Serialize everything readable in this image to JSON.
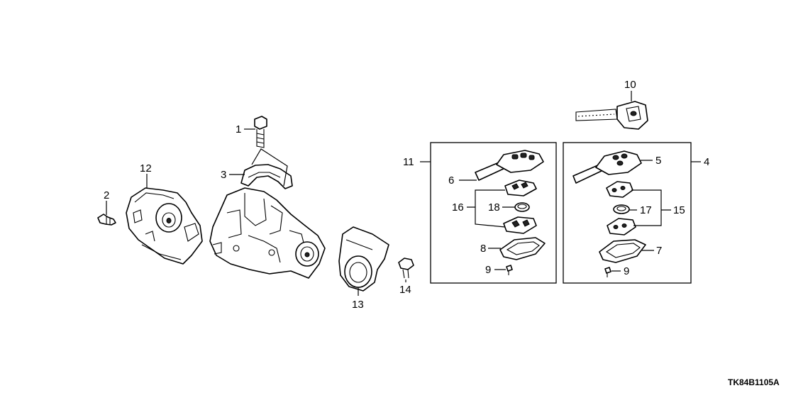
{
  "callouts": {
    "c1": "1",
    "c2": "2",
    "c3": "3",
    "c4": "4",
    "c5": "5",
    "c6": "6",
    "c7": "7",
    "c8": "8",
    "c9a": "9",
    "c9b": "9",
    "c10": "10",
    "c11": "11",
    "c12": "12",
    "c13": "13",
    "c14": "14",
    "c15": "15",
    "c16": "16",
    "c17": "17",
    "c18": "18"
  },
  "diagram_code": "TK84B1105A",
  "colors": {
    "line": "#000000",
    "background": "#ffffff"
  },
  "icons": [
    "bolt-icon",
    "screw-icon",
    "key-icon",
    "battery-icon"
  ]
}
